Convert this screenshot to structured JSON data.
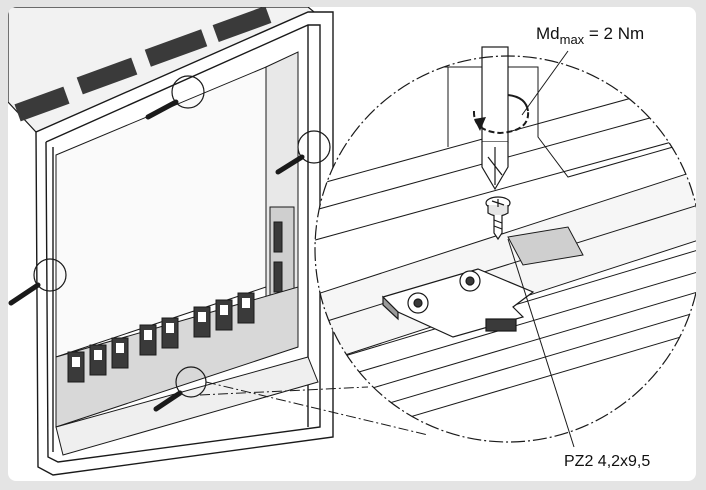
{
  "annotations": {
    "torque_prefix": "Md",
    "torque_subscript": "max",
    "torque_value": " = 2 Nm",
    "screw_spec": "PZ2 4,2x9,5"
  },
  "icons": [
    "screwdriver-icon",
    "rotation-arrow-icon",
    "screw-icon",
    "bracket-icon"
  ],
  "colors": {
    "background": "#e4e4e4",
    "panel": "#ffffff",
    "line": "#1a1a1a",
    "shade": "#cfcfcf",
    "dark": "#3a3a3a"
  }
}
